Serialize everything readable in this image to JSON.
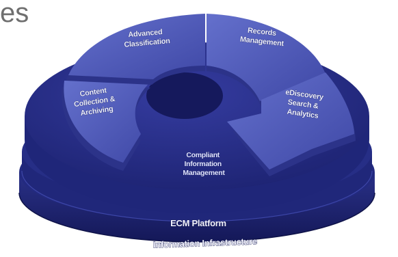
{
  "heading_fragment": "es",
  "diagram": {
    "segments": [
      {
        "id": "advanced-classification",
        "lines": [
          "Advanced",
          "Classification"
        ]
      },
      {
        "id": "records-management",
        "lines": [
          "Records",
          "Management"
        ]
      },
      {
        "id": "ediscovery",
        "lines": [
          "eDiscovery",
          "Search &",
          "Analytics"
        ]
      },
      {
        "id": "content-collection",
        "lines": [
          "Content",
          "Collection &",
          "Archiving"
        ]
      }
    ],
    "center": {
      "lines": [
        "Compliant",
        "Information",
        "Management"
      ]
    },
    "rings": {
      "ecm": "ECM Platform",
      "infrastructure": "Information Infrastructure"
    }
  },
  "colors": {
    "base_dark": "#1c2270",
    "base_mid": "#2a3190",
    "segment_face": "#4e57b8",
    "segment_side": "#2c3389"
  }
}
